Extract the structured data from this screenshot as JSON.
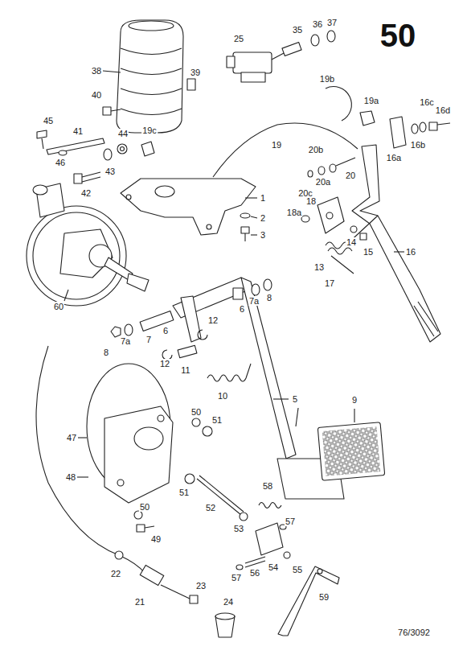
{
  "diagram": {
    "title": "50",
    "labels": [
      "38",
      "39",
      "25",
      "35",
      "36",
      "37",
      "40",
      "45",
      "41",
      "44",
      "46",
      "19c",
      "19",
      "19b",
      "19a",
      "16c",
      "16d",
      "16a",
      "16b",
      "42",
      "43",
      "20b",
      "20",
      "20a",
      "20c",
      "1",
      "2",
      "3",
      "18",
      "18a",
      "14",
      "15",
      "13",
      "17",
      "16",
      "60",
      "6",
      "7a",
      "8",
      "6",
      "7",
      "7a",
      "8",
      "12",
      "12",
      "11",
      "10",
      "5",
      "9",
      "47",
      "50",
      "51",
      "48",
      "51",
      "52",
      "58",
      "53",
      "57",
      "50",
      "49",
      "54",
      "55",
      "57",
      "56",
      "22",
      "23",
      "21",
      "24",
      "59",
      "76/3092"
    ]
  }
}
